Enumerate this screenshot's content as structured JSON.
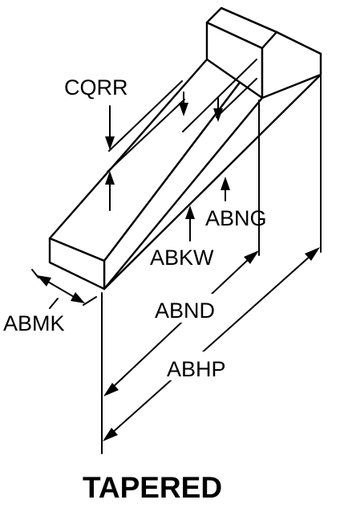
{
  "labels": {
    "cqrr": "CQRR",
    "abng": "ABNG",
    "abkw": "ABKW",
    "abmk": "ABMK",
    "abnd": "ABND",
    "abhp": "ABHP"
  },
  "caption": "TAPERED"
}
